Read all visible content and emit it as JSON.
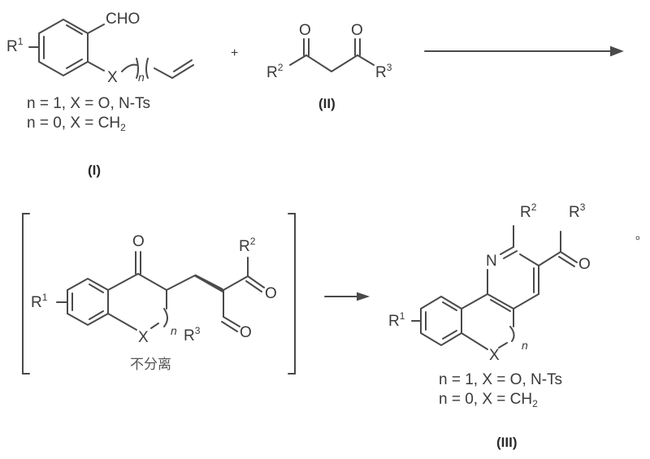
{
  "reactant_1": {
    "id_label": "(I)",
    "substituent": "R",
    "substituent_sup": "1",
    "aldehyde": "CHO",
    "linker_atom": "X",
    "repeat_n": "n",
    "conditions": [
      "n = 1, X = O, N-Ts",
      "n = 0, X = CH"
    ],
    "conditions_sub": "2"
  },
  "plus_sign": "+",
  "reactant_2": {
    "id_label": "(II)",
    "oxygen_left": "O",
    "oxygen_right": "O",
    "r_left": "R",
    "r_left_sup": "2",
    "r_right": "R",
    "r_right_sup": "3"
  },
  "intermediate": {
    "note": "不分离",
    "oxygen_ketone": "O",
    "r1": "R",
    "r1_sup": "1",
    "r2": "R",
    "r2_sup": "2",
    "r3": "R",
    "r3_sup": "3",
    "oxygen_r2": "O",
    "oxygen_r3": "O",
    "linker_atom": "X",
    "repeat_n": "n"
  },
  "product": {
    "id_label": "(III)",
    "r1": "R",
    "r1_sup": "1",
    "r2": "R",
    "r2_sup": "2",
    "r3": "R",
    "r3_sup": "3",
    "nitrogen": "N",
    "oxygen": "O",
    "linker_atom": "X",
    "repeat_n": "n",
    "conditions": [
      "n = 1, X = O, N-Ts",
      "n = 0, X = CH"
    ],
    "conditions_sub": "2"
  },
  "period_mark": "。",
  "colors": {
    "bond": "#4a4a4a",
    "text": "#3a3a3a"
  }
}
